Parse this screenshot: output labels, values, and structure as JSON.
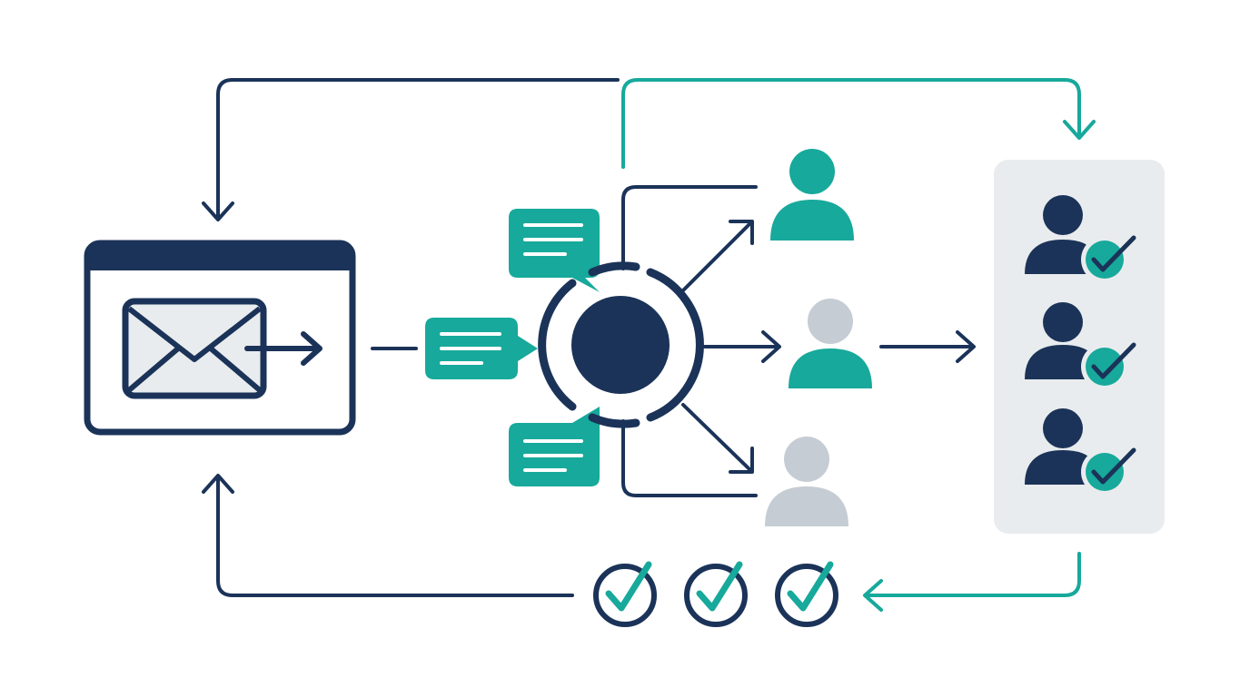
{
  "colors": {
    "navy": "#1b3358",
    "teal": "#17a99b",
    "gray": "#c5ccd4",
    "panel": "#e9ecee",
    "window_fill": "#ffffff",
    "envelope_fill": "#e9ecee"
  },
  "nodes": {
    "source": {
      "icon": "email-window-icon",
      "send_icon": "send-arrow-icon"
    },
    "hub": {
      "icon": "distribution-hub-icon"
    },
    "messages": [
      {
        "icon": "chat-bubble-icon",
        "position": "upper"
      },
      {
        "icon": "chat-bubble-icon",
        "position": "middle"
      },
      {
        "icon": "chat-bubble-icon",
        "position": "lower"
      }
    ],
    "recipients": [
      {
        "icon": "user-icon",
        "state": "active"
      },
      {
        "icon": "user-icon",
        "state": "partial"
      },
      {
        "icon": "user-icon",
        "state": "inactive"
      }
    ],
    "verified_panel": {
      "icon": "verified-users-panel",
      "users": [
        {
          "icon": "user-check-icon",
          "verified": true
        },
        {
          "icon": "user-check-icon",
          "verified": true
        },
        {
          "icon": "user-check-icon",
          "verified": true
        }
      ]
    },
    "confirmations": [
      {
        "icon": "check-circle-icon"
      },
      {
        "icon": "check-circle-icon"
      },
      {
        "icon": "check-circle-icon"
      }
    ]
  }
}
